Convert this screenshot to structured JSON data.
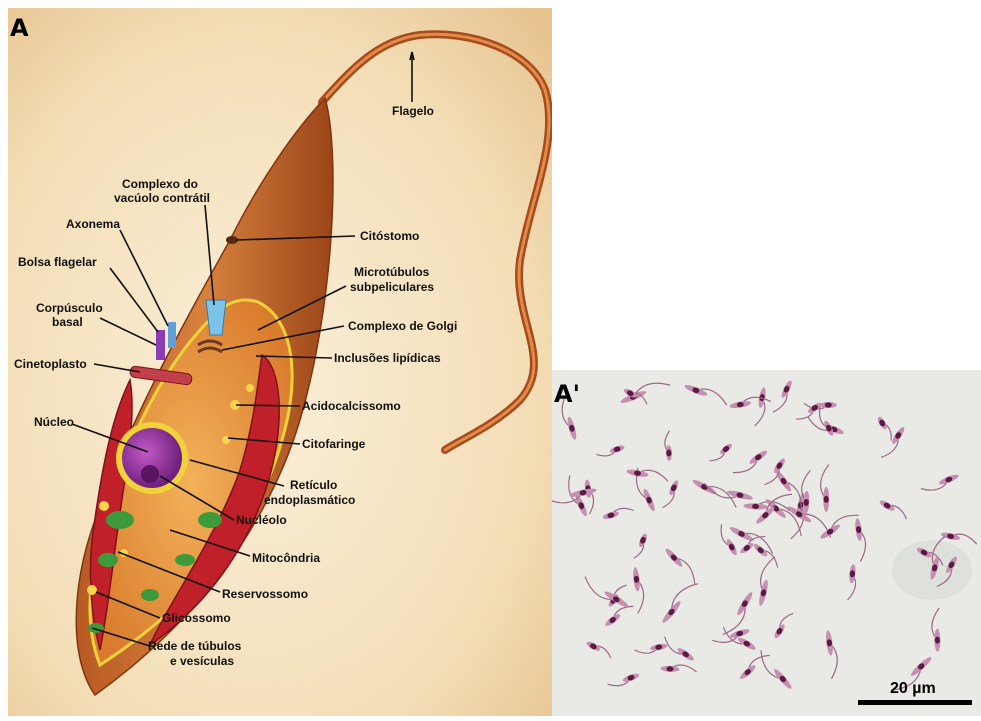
{
  "panel_a": {
    "letter": "A",
    "labels": {
      "flagelo": "Flagelo",
      "complexo_vacuolo_1": "Complexo do",
      "complexo_vacuolo_2": "vacúolo  contrátil",
      "axonema": "Axonema",
      "bolsa_flagelar": "Bolsa flagelar",
      "corpusculo_1": "Corpúsculo",
      "corpusculo_2": "basal",
      "cinetoplasto": "Cinetoplasto",
      "nucleo": "Núcleo",
      "citostomo": "Citóstomo",
      "microtubulos_1": "Microtúbulos",
      "microtubulos_2": "subpeliculares",
      "golgi": "Complexo de Golgi",
      "inclusoes": "Inclusões lipídicas",
      "acidocalcissomo": "Acidocalcissomo",
      "citofaringe": "Citofaringe",
      "reticulo_1": "Retículo",
      "reticulo_2": "endoplasmático",
      "nucleolo": "Nucléolo",
      "mitocondria": "Mitocôndria",
      "reservossomo": "Reservossomo",
      "glicossomo": "Glicossomo",
      "rede_1": "Rede de túbulos",
      "rede_2": "e vesículas"
    }
  },
  "panel_b": {
    "letter": "A'",
    "scale_bar": "20 µm"
  },
  "colors": {
    "background_a": "#f4e2bf",
    "cell_orange": "#c8692c",
    "membrane_yellow": "#f1d23a",
    "mitochondria_red": "#c0202a",
    "nucleus_purple": "#8e2f98",
    "stain_purple": "#7a2a5a",
    "micrograph_bg": "#e9eae6"
  }
}
